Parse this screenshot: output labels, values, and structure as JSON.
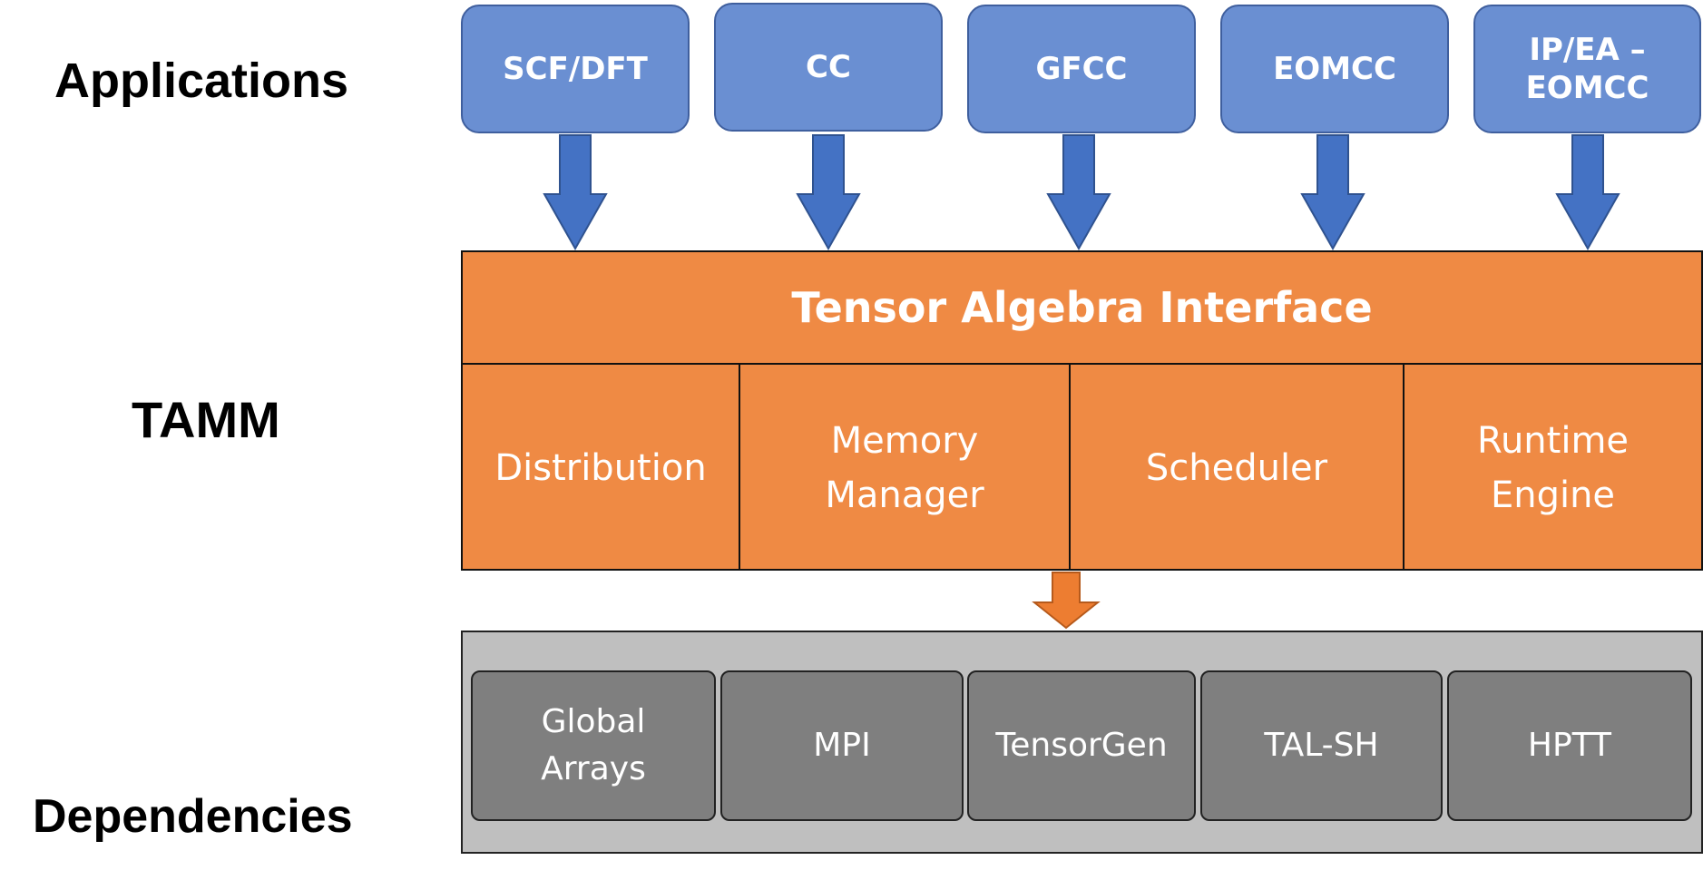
{
  "labels": {
    "applications": "Applications",
    "tamm": "TAMM",
    "dependencies": "Dependencies"
  },
  "applications": [
    "SCF/DFT",
    "CC",
    "GFCC",
    "EOMCC",
    "IP/EA –\nEOMCC"
  ],
  "tamm": {
    "title": "Tensor Algebra Interface",
    "components": [
      "Distribution",
      "Memory\nManager",
      "Scheduler",
      "Runtime\nEngine"
    ]
  },
  "dependencies": [
    "Global\nArrays",
    "MPI",
    "TensorGen",
    "TAL-SH",
    "HPTT"
  ],
  "colors": {
    "application_box": "#6a8fd2",
    "application_arrow": "#4472c4",
    "tamm": "#ef8a44",
    "dependency_panel": "#bfbfbf",
    "dependency_box": "#7f7f7f"
  }
}
